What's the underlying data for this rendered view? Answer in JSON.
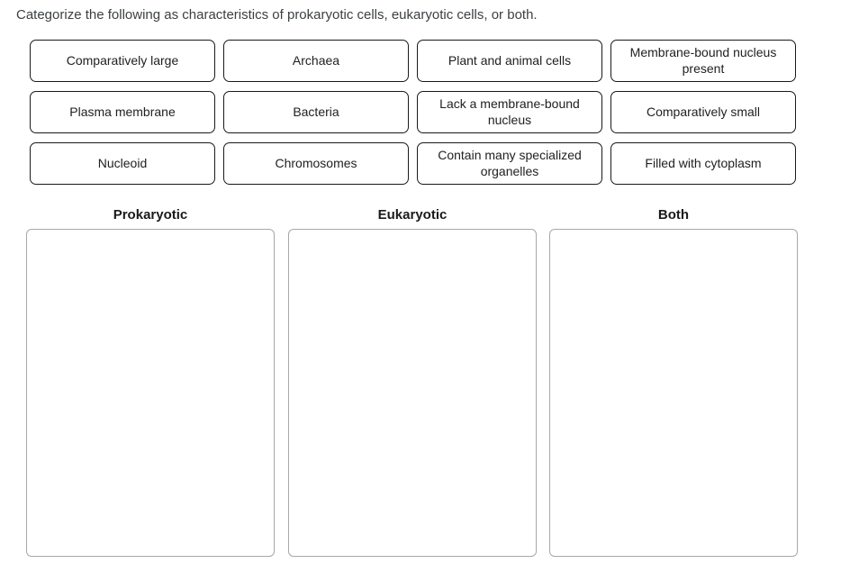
{
  "prompt": "Categorize the following as characteristics of prokaryotic cells, eukaryotic cells, or both.",
  "chips": [
    {
      "label": "Comparatively large"
    },
    {
      "label": "Archaea"
    },
    {
      "label": "Plant and animal cells"
    },
    {
      "label": "Membrane-bound nucleus present"
    },
    {
      "label": "Plasma membrane"
    },
    {
      "label": "Bacteria"
    },
    {
      "label": "Lack a membrane-bound nucleus"
    },
    {
      "label": "Comparatively small"
    },
    {
      "label": "Nucleoid"
    },
    {
      "label": "Chromosomes"
    },
    {
      "label": "Contain many specialized organelles"
    },
    {
      "label": "Filled with cytoplasm"
    }
  ],
  "categories": [
    {
      "label": "Prokaryotic"
    },
    {
      "label": "Eukaryotic"
    },
    {
      "label": "Both"
    }
  ]
}
